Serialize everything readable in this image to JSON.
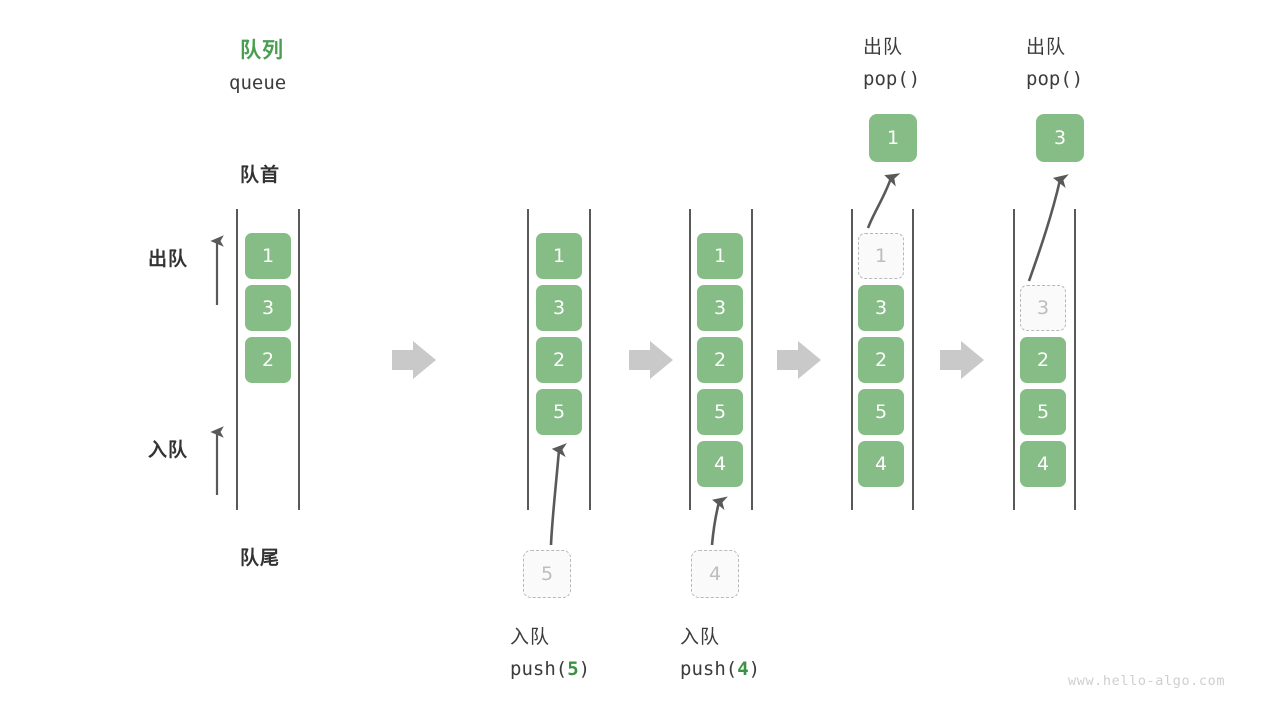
{
  "diagram": {
    "title_cn": "队列",
    "title_en": "queue",
    "head_label": "队首",
    "tail_label": "队尾",
    "side_ops": [
      {
        "name": "dequeue-side-label",
        "text": "出队"
      },
      {
        "name": "enqueue-side-label",
        "text": "入队"
      }
    ],
    "accent_color": "#4a9e52",
    "cell_color": "#86bc85",
    "ghost_color": "#fafafa",
    "rail_color": "#595959",
    "arrow_color": "#cccccc",
    "watermark": "www.hello-algo.com"
  },
  "columns": [
    {
      "id": "col-initial",
      "header_cn": "",
      "header_code": "",
      "cells": [
        {
          "value": "1",
          "state": "filled"
        },
        {
          "value": "3",
          "state": "filled"
        },
        {
          "value": "2",
          "state": "filled"
        }
      ]
    },
    {
      "id": "col-push-5",
      "header_cn": "",
      "header_code": "",
      "cells": [
        {
          "value": "1",
          "state": "filled"
        },
        {
          "value": "3",
          "state": "filled"
        },
        {
          "value": "2",
          "state": "filled"
        },
        {
          "value": "5",
          "state": "filled"
        }
      ],
      "incoming": {
        "value": "5",
        "state": "ghost"
      },
      "caption_cn": "入队",
      "caption_code_prefix": "push(",
      "caption_code_accent": "5",
      "caption_code_suffix": ")"
    },
    {
      "id": "col-push-4",
      "header_cn": "",
      "header_code": "",
      "cells": [
        {
          "value": "1",
          "state": "filled"
        },
        {
          "value": "3",
          "state": "filled"
        },
        {
          "value": "2",
          "state": "filled"
        },
        {
          "value": "5",
          "state": "filled"
        },
        {
          "value": "4",
          "state": "filled"
        }
      ],
      "incoming": {
        "value": "4",
        "state": "ghost"
      },
      "caption_cn": "入队",
      "caption_code_prefix": "push(",
      "caption_code_accent": "4",
      "caption_code_suffix": ")"
    },
    {
      "id": "col-pop-1",
      "header_cn": "出队",
      "header_code": "pop()",
      "popped": {
        "value": "1",
        "state": "filled"
      },
      "cells": [
        {
          "value": "1",
          "state": "ghost"
        },
        {
          "value": "3",
          "state": "filled"
        },
        {
          "value": "2",
          "state": "filled"
        },
        {
          "value": "5",
          "state": "filled"
        },
        {
          "value": "4",
          "state": "filled"
        }
      ]
    },
    {
      "id": "col-pop-3",
      "header_cn": "出队",
      "header_code": "pop()",
      "popped": {
        "value": "3",
        "state": "filled"
      },
      "cells": [
        {
          "value": "",
          "state": "empty"
        },
        {
          "value": "3",
          "state": "ghost"
        },
        {
          "value": "2",
          "state": "filled"
        },
        {
          "value": "5",
          "state": "filled"
        },
        {
          "value": "4",
          "state": "filled"
        }
      ]
    }
  ],
  "separators": [
    {
      "name": "step-arrow-1"
    },
    {
      "name": "step-arrow-2"
    },
    {
      "name": "step-arrow-3"
    },
    {
      "name": "step-arrow-4"
    }
  ]
}
